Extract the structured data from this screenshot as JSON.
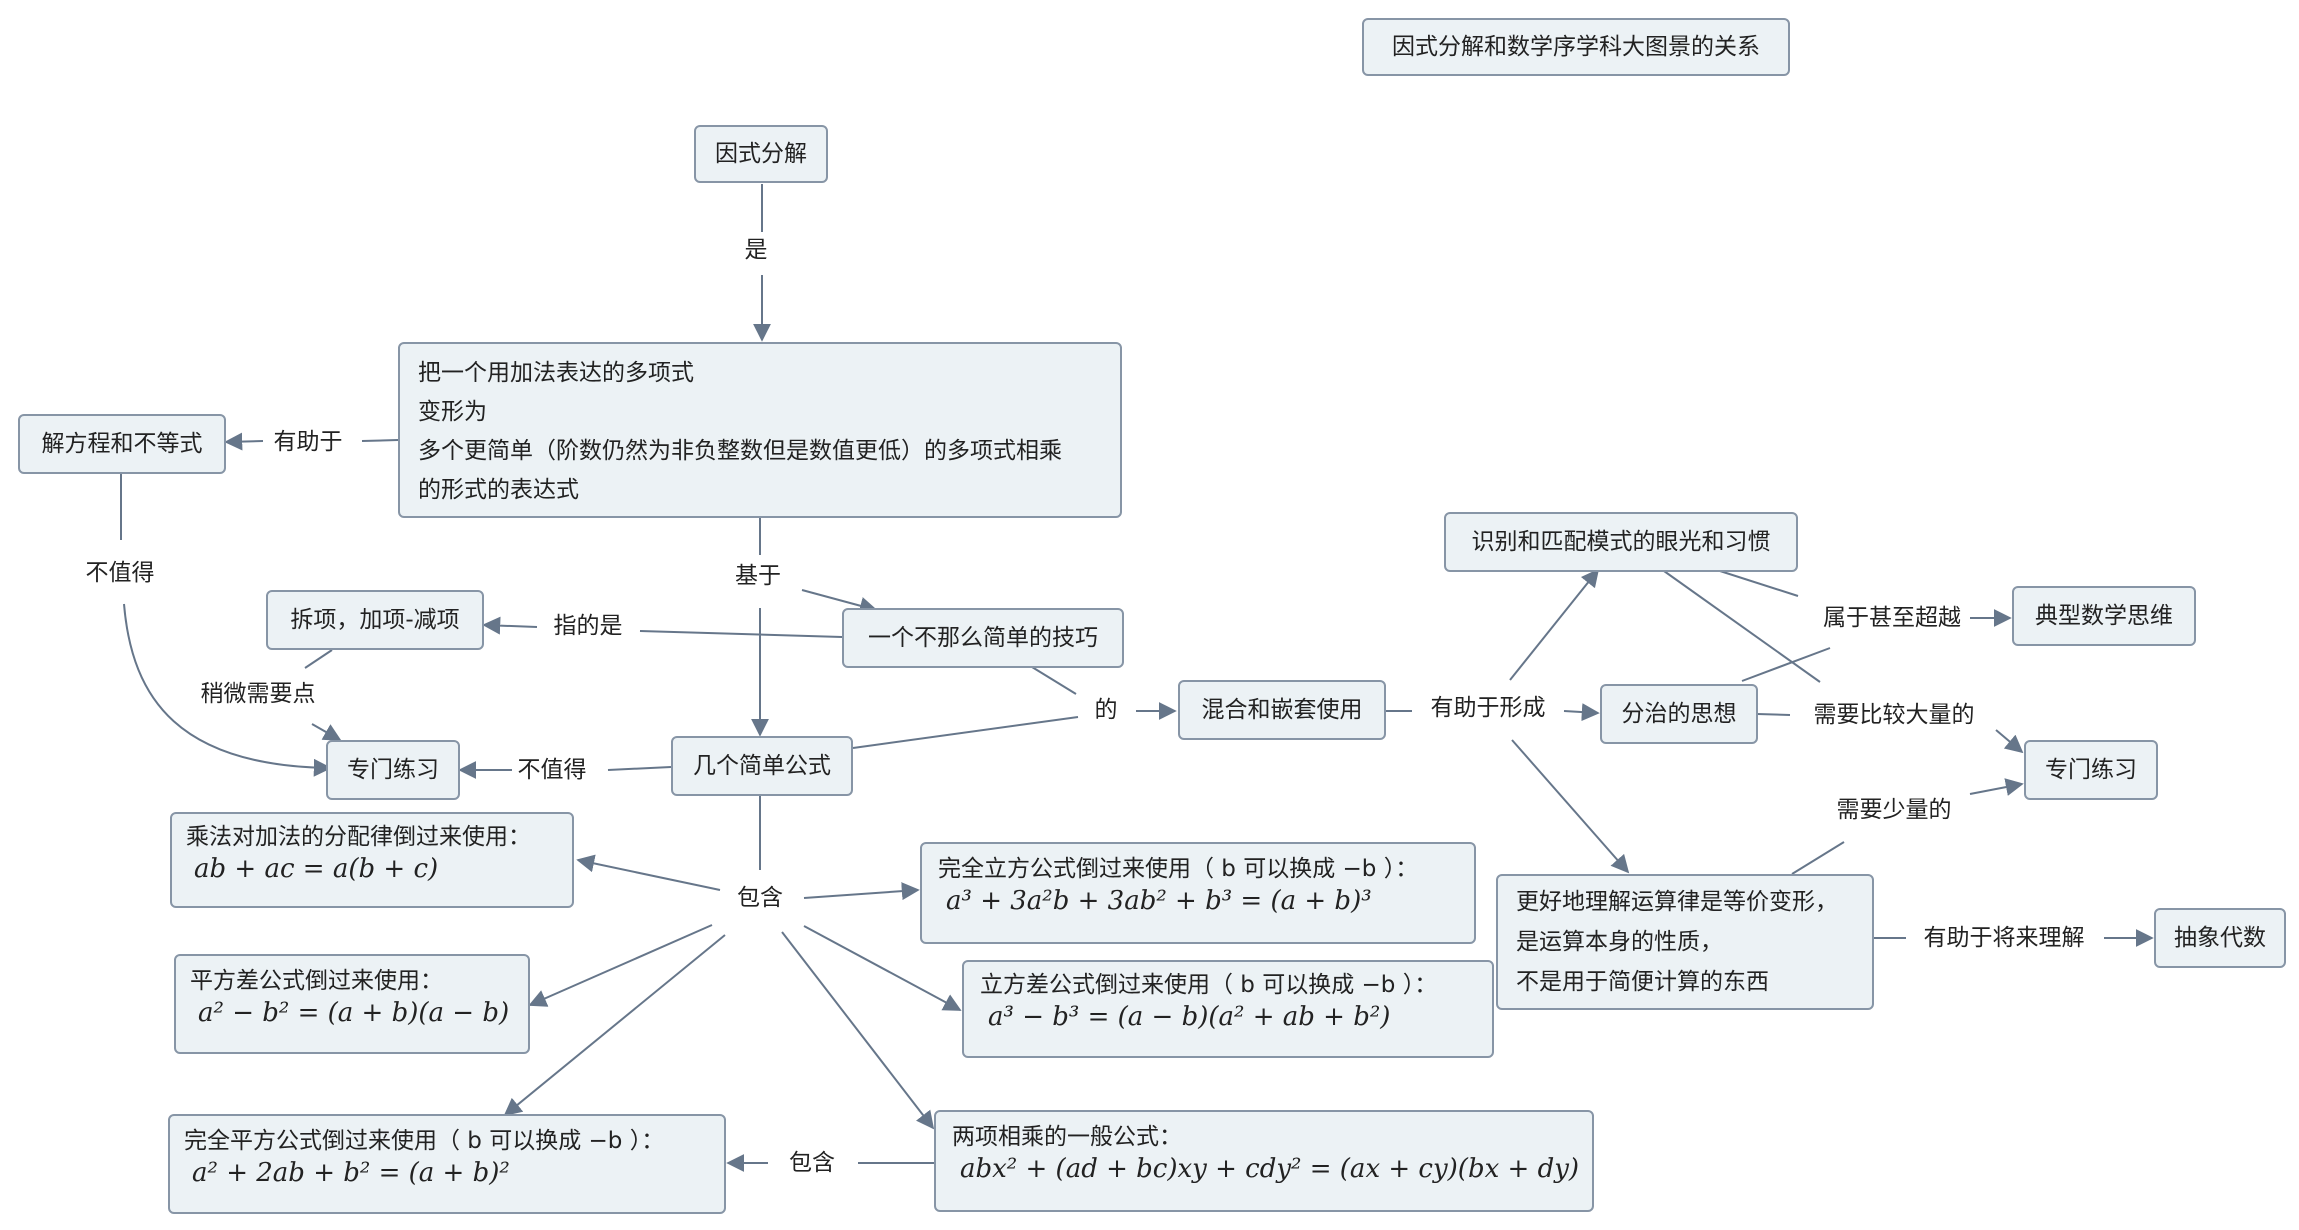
{
  "title": "因式分解和数学序学科大图景的关系",
  "nodes": {
    "factorization": "因式分解",
    "definition": [
      "把一个用加法表达的多项式",
      "变形为",
      "多个更简单（阶数仍然为非负整数但是数值更低）的多项式相乘",
      "的形式的表达式"
    ],
    "equations": "解方程和不等式",
    "split_terms": "拆项，加项-减项",
    "not_simple_trick": "一个不那么简单的技巧",
    "practice_left": "专门练习",
    "simple_formulas": "几个简单公式",
    "mixed_nested": "混合和嵌套使用",
    "pattern_recognition": "识别和匹配模式的眼光和习惯",
    "divide_conquer": "分治的思想",
    "typical_thinking": "典型数学思维",
    "practice_right": "专门练习",
    "better_understanding": [
      "更好地理解运算律是等价变形，",
      "是运算本身的性质，",
      "不是用于简便计算的东西"
    ],
    "abstract_algebra": "抽象代数",
    "distributive": {
      "text": "乘法对加法的分配律倒过来使用：",
      "math": "ab + ac = a(b + c)"
    },
    "diff_squares": {
      "text": "平方差公式倒过来使用：",
      "math": "a² − b² = (a + b)(a − b)"
    },
    "perfect_square": {
      "text": "完全平方公式倒过来使用（ b 可以换成 −b ）：",
      "math": "a² + 2ab + b² = (a + b)²"
    },
    "perfect_cube": {
      "text": "完全立方公式倒过来使用（ b 可以换成 −b ）：",
      "math": "a³ + 3a²b + 3ab² + b³ = (a + b)³"
    },
    "diff_cubes": {
      "text": "立方差公式倒过来使用（ b 可以换成 −b ）：",
      "math": "a³ − b³ = (a − b)(a² + ab + b²)"
    },
    "two_term_product": {
      "text": "两项相乘的一般公式：",
      "math": "abx² + (ad + bc)xy + cdy² = (ax + cy)(bx + dy)"
    }
  },
  "labels": {
    "is": "是",
    "helps": "有助于",
    "not_worth_left": "不值得",
    "based_on": "基于",
    "refers_to": "指的是",
    "slightly_needs": "稍微需要点",
    "not_worth_mid": "不值得",
    "of": "的",
    "helps_form": "有助于形成",
    "belongs_beyond": "属于甚至超越",
    "needs_much": "需要比较大量的",
    "needs_little": "需要少量的",
    "helps_future": "有助于将来理解",
    "contains_main": "包含",
    "contains_sub": "包含"
  },
  "colors": {
    "node_fill": "#ecf2f5",
    "node_border": "#8795a6",
    "edge": "#66768a"
  }
}
